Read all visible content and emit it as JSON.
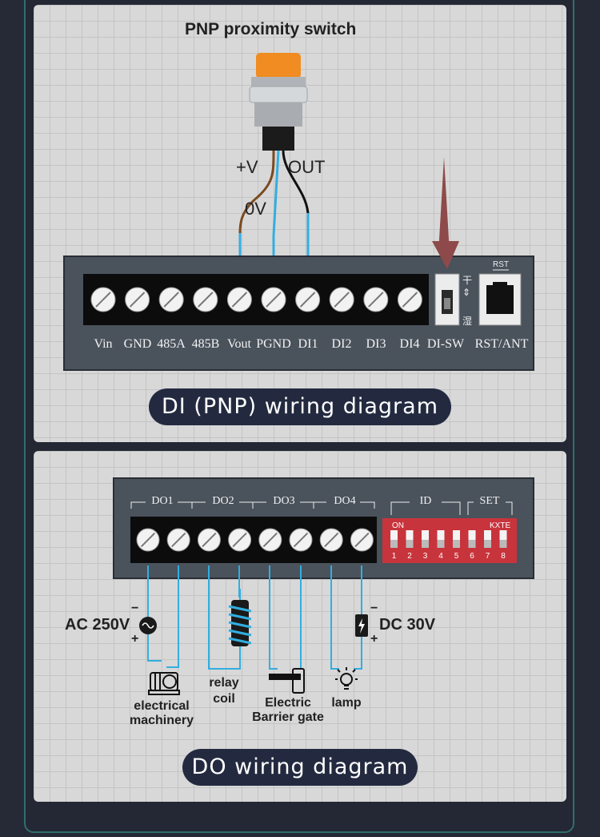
{
  "di_panel": {
    "sensor_title": "PNP proximity switch",
    "wire_plus_v": "+V",
    "wire_out": "OUT",
    "wire_0v": "0V",
    "terminals": [
      "Vin",
      "GND",
      "485A",
      "485B",
      "Vout",
      "PGND",
      "DI1",
      "DI2",
      "DI3",
      "DI4",
      "DI-SW",
      "RST/ANT"
    ],
    "switch_top": "干",
    "switch_bottom": "湿",
    "rst_label": "RST",
    "caption": "DI (PNP) wiring diagram"
  },
  "do_panel": {
    "sections": [
      "DO1",
      "DO2",
      "DO3",
      "DO4",
      "ID",
      "SET"
    ],
    "dip_on": "ON",
    "dip_brand": "KXTE",
    "dip_numbers": [
      "1",
      "2",
      "3",
      "4",
      "5",
      "6",
      "7",
      "8"
    ],
    "ac_label": "AC 250V",
    "dc_label": "DC 30V",
    "minus": "−",
    "plus": "+",
    "loads": {
      "machinery": "electrical\nmachinery",
      "relay": "relay\ncoil",
      "barrier": "Electric\nBarrier gate",
      "lamp": "lamp"
    },
    "caption": "DO wiring diagram"
  },
  "colors": {
    "background": "#262a36",
    "panel_bg": "#d8d8d8",
    "board": "#4a525c",
    "terminal_strip": "#0c0c0c",
    "wire_blue": "#33aee0",
    "wire_brown": "#7a4a20",
    "pill": "#232a40",
    "dip_red": "#c8343c",
    "arrow": "#8e4a4a"
  }
}
